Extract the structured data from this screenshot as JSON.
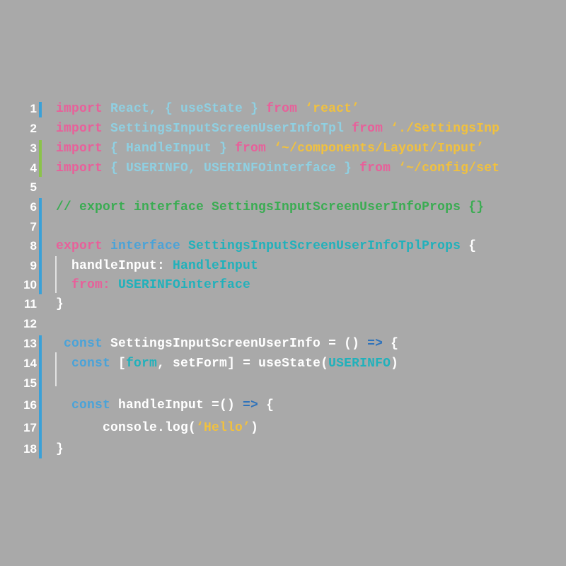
{
  "colors": {
    "background": "#a9a9a9",
    "keyword": "#e8609a",
    "identifier": "#8fd0e2",
    "string": "#f1c13e",
    "comment": "#3aac52",
    "type_keyword": "#4aa3d8",
    "type_name": "#21b1bb",
    "plain": "#ffffff",
    "arrow": "#2f73bb",
    "gutter_modified": "#3aa1d8",
    "gutter_added": "#8bc34a"
  },
  "lines": [
    {
      "n": "1",
      "tokens": [
        {
          "t": "import ",
          "c": "kw"
        },
        {
          "t": "React, { useState } ",
          "c": "id"
        },
        {
          "t": "from ",
          "c": "kw"
        },
        {
          "t": "‘react’",
          "c": "str"
        }
      ]
    },
    {
      "n": "2",
      "tokens": [
        {
          "t": "import ",
          "c": "kw"
        },
        {
          "t": "SettingsInputScreenUserInfoTpl ",
          "c": "id"
        },
        {
          "t": "from ",
          "c": "kw"
        },
        {
          "t": "‘./SettingsInp",
          "c": "str"
        }
      ]
    },
    {
      "n": "3",
      "tokens": [
        {
          "t": "import ",
          "c": "kw"
        },
        {
          "t": "{ HandleInput } ",
          "c": "id"
        },
        {
          "t": "from ",
          "c": "kw"
        },
        {
          "t": "‘~/components/Layout/Input’",
          "c": "str"
        }
      ]
    },
    {
      "n": "4",
      "tokens": [
        {
          "t": "import ",
          "c": "kw"
        },
        {
          "t": "{ USERINFO, USERINFOinterface } ",
          "c": "id"
        },
        {
          "t": "from ",
          "c": "kw"
        },
        {
          "t": "‘~/config/set",
          "c": "str"
        }
      ]
    },
    {
      "n": "5",
      "tokens": []
    },
    {
      "n": "6",
      "tokens": [
        {
          "t": "// export interface SettingsInputScreenUserInfoProps {}",
          "c": "cm"
        }
      ]
    },
    {
      "n": "7",
      "tokens": []
    },
    {
      "n": "8",
      "tokens": [
        {
          "t": "export ",
          "c": "kw"
        },
        {
          "t": "interface ",
          "c": "blue"
        },
        {
          "t": "SettingsInputScreenUserInfoTplProps ",
          "c": "teal"
        },
        {
          "t": "{",
          "c": "white"
        }
      ]
    },
    {
      "n": "9",
      "tokens": [
        {
          "t": "  handleInput: ",
          "c": "white"
        },
        {
          "t": "HandleInput",
          "c": "teal"
        }
      ]
    },
    {
      "n": "10",
      "tokens": [
        {
          "t": "  from: ",
          "c": "kw"
        },
        {
          "t": "USERINFOinterface",
          "c": "teal"
        }
      ]
    },
    {
      "n": "11",
      "tokens": [
        {
          "t": "}",
          "c": "white"
        }
      ]
    },
    {
      "n": "12",
      "tokens": []
    },
    {
      "n": "13",
      "tokens": [
        {
          "t": " const ",
          "c": "blue"
        },
        {
          "t": "SettingsInputScreenUserInfo = () ",
          "c": "white"
        },
        {
          "t": "=>",
          "c": "arrow"
        },
        {
          "t": " {",
          "c": "white"
        }
      ]
    },
    {
      "n": "14",
      "tokens": [
        {
          "t": "  const ",
          "c": "blue"
        },
        {
          "t": "[",
          "c": "white"
        },
        {
          "t": "form",
          "c": "teal"
        },
        {
          "t": ", setForm] = useState(",
          "c": "white"
        },
        {
          "t": "USERINFO",
          "c": "teal"
        },
        {
          "t": ")",
          "c": "white"
        }
      ]
    },
    {
      "n": "15",
      "tokens": []
    },
    {
      "n": "16",
      "tokens": [
        {
          "t": "  const ",
          "c": "blue"
        },
        {
          "t": "handleInput =() ",
          "c": "white"
        },
        {
          "t": "=>",
          "c": "arrow"
        },
        {
          "t": " {",
          "c": "white"
        }
      ]
    },
    {
      "n": "17",
      "tokens": [
        {
          "t": "      console.log(",
          "c": "white"
        },
        {
          "t": "‘Hello’",
          "c": "str"
        },
        {
          "t": ")",
          "c": "white"
        }
      ]
    },
    {
      "n": "18",
      "tokens": [
        {
          "t": "}",
          "c": "white"
        }
      ]
    }
  ]
}
